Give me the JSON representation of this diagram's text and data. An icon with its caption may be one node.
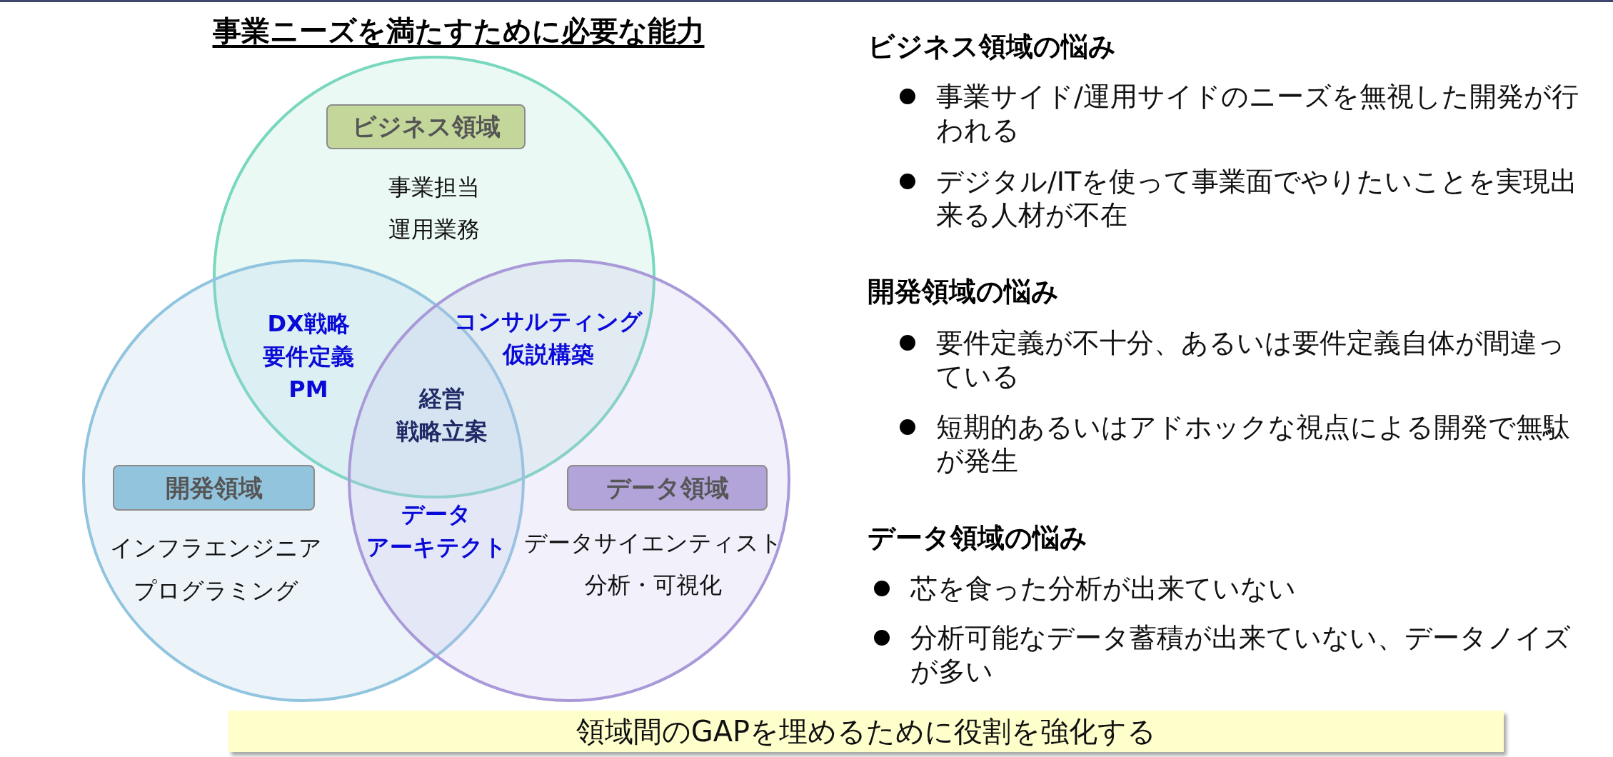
{
  "diagram": {
    "title": "事業ニーズを満たすために必要な能力",
    "nodes": [
      {
        "text": [
          "事業担当",
          "運用業務"
        ]
      },
      {
        "text": [
          "ビジネス領域"
        ],
        "in": 0
      },
      {
        "text": [
          "インフラエンジニア",
          "プログラミング"
        ]
      },
      {
        "text": [
          "開発領域"
        ],
        "in": 2
      },
      {
        "text": [
          "データサイエンティスト",
          "分析・可視化"
        ]
      },
      {
        "text": [
          "データ領域"
        ],
        "in": 4
      },
      {
        "text": [
          "領域間のGAPを埋めるために役割を強化する"
        ]
      }
    ],
    "labels": [
      "DX戦略",
      "要件定義",
      "PM",
      "コンサルティング",
      "仮説構築",
      "経営戦略立案",
      "データアーキテクト",
      "ビジネス領域の悩み",
      "事業サイド/運用サイドのニーズを無視した開発が行われる",
      "デジタル/ITを使って事業面でやりたいことを実現出来る人材が不在",
      "開発領域の悩み",
      "要件定義が不十分、あるいは要件定義自体が間違っている",
      "短期的あるいはアドホックな視点による開発で無駄が発生",
      "データ領域の悩み",
      "芯を食った分析が出来ていない",
      "分析可能なデータ蓄積が出来ていない、データノイズが多い"
    ]
  }
}
